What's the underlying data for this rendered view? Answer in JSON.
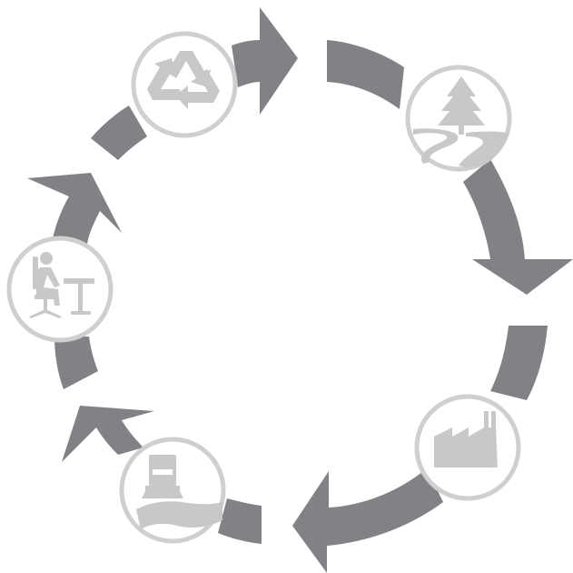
{
  "diagram": {
    "type": "lifecycle-cycle",
    "direction": "clockwise",
    "colors": {
      "arrow": "#818285",
      "circle_fill": "#ffffff",
      "circle_border": "#cfcfcf",
      "icon": "#c8c8c8",
      "background": "#ffffff"
    },
    "stages": [
      {
        "id": "raw-materials",
        "icon": "tree-and-river-icon"
      },
      {
        "id": "manufacturing",
        "icon": "factory-icon"
      },
      {
        "id": "transport",
        "icon": "truck-on-road-icon"
      },
      {
        "id": "use",
        "icon": "person-at-desk-icon"
      },
      {
        "id": "recycling",
        "icon": "recycle-icon"
      }
    ]
  }
}
